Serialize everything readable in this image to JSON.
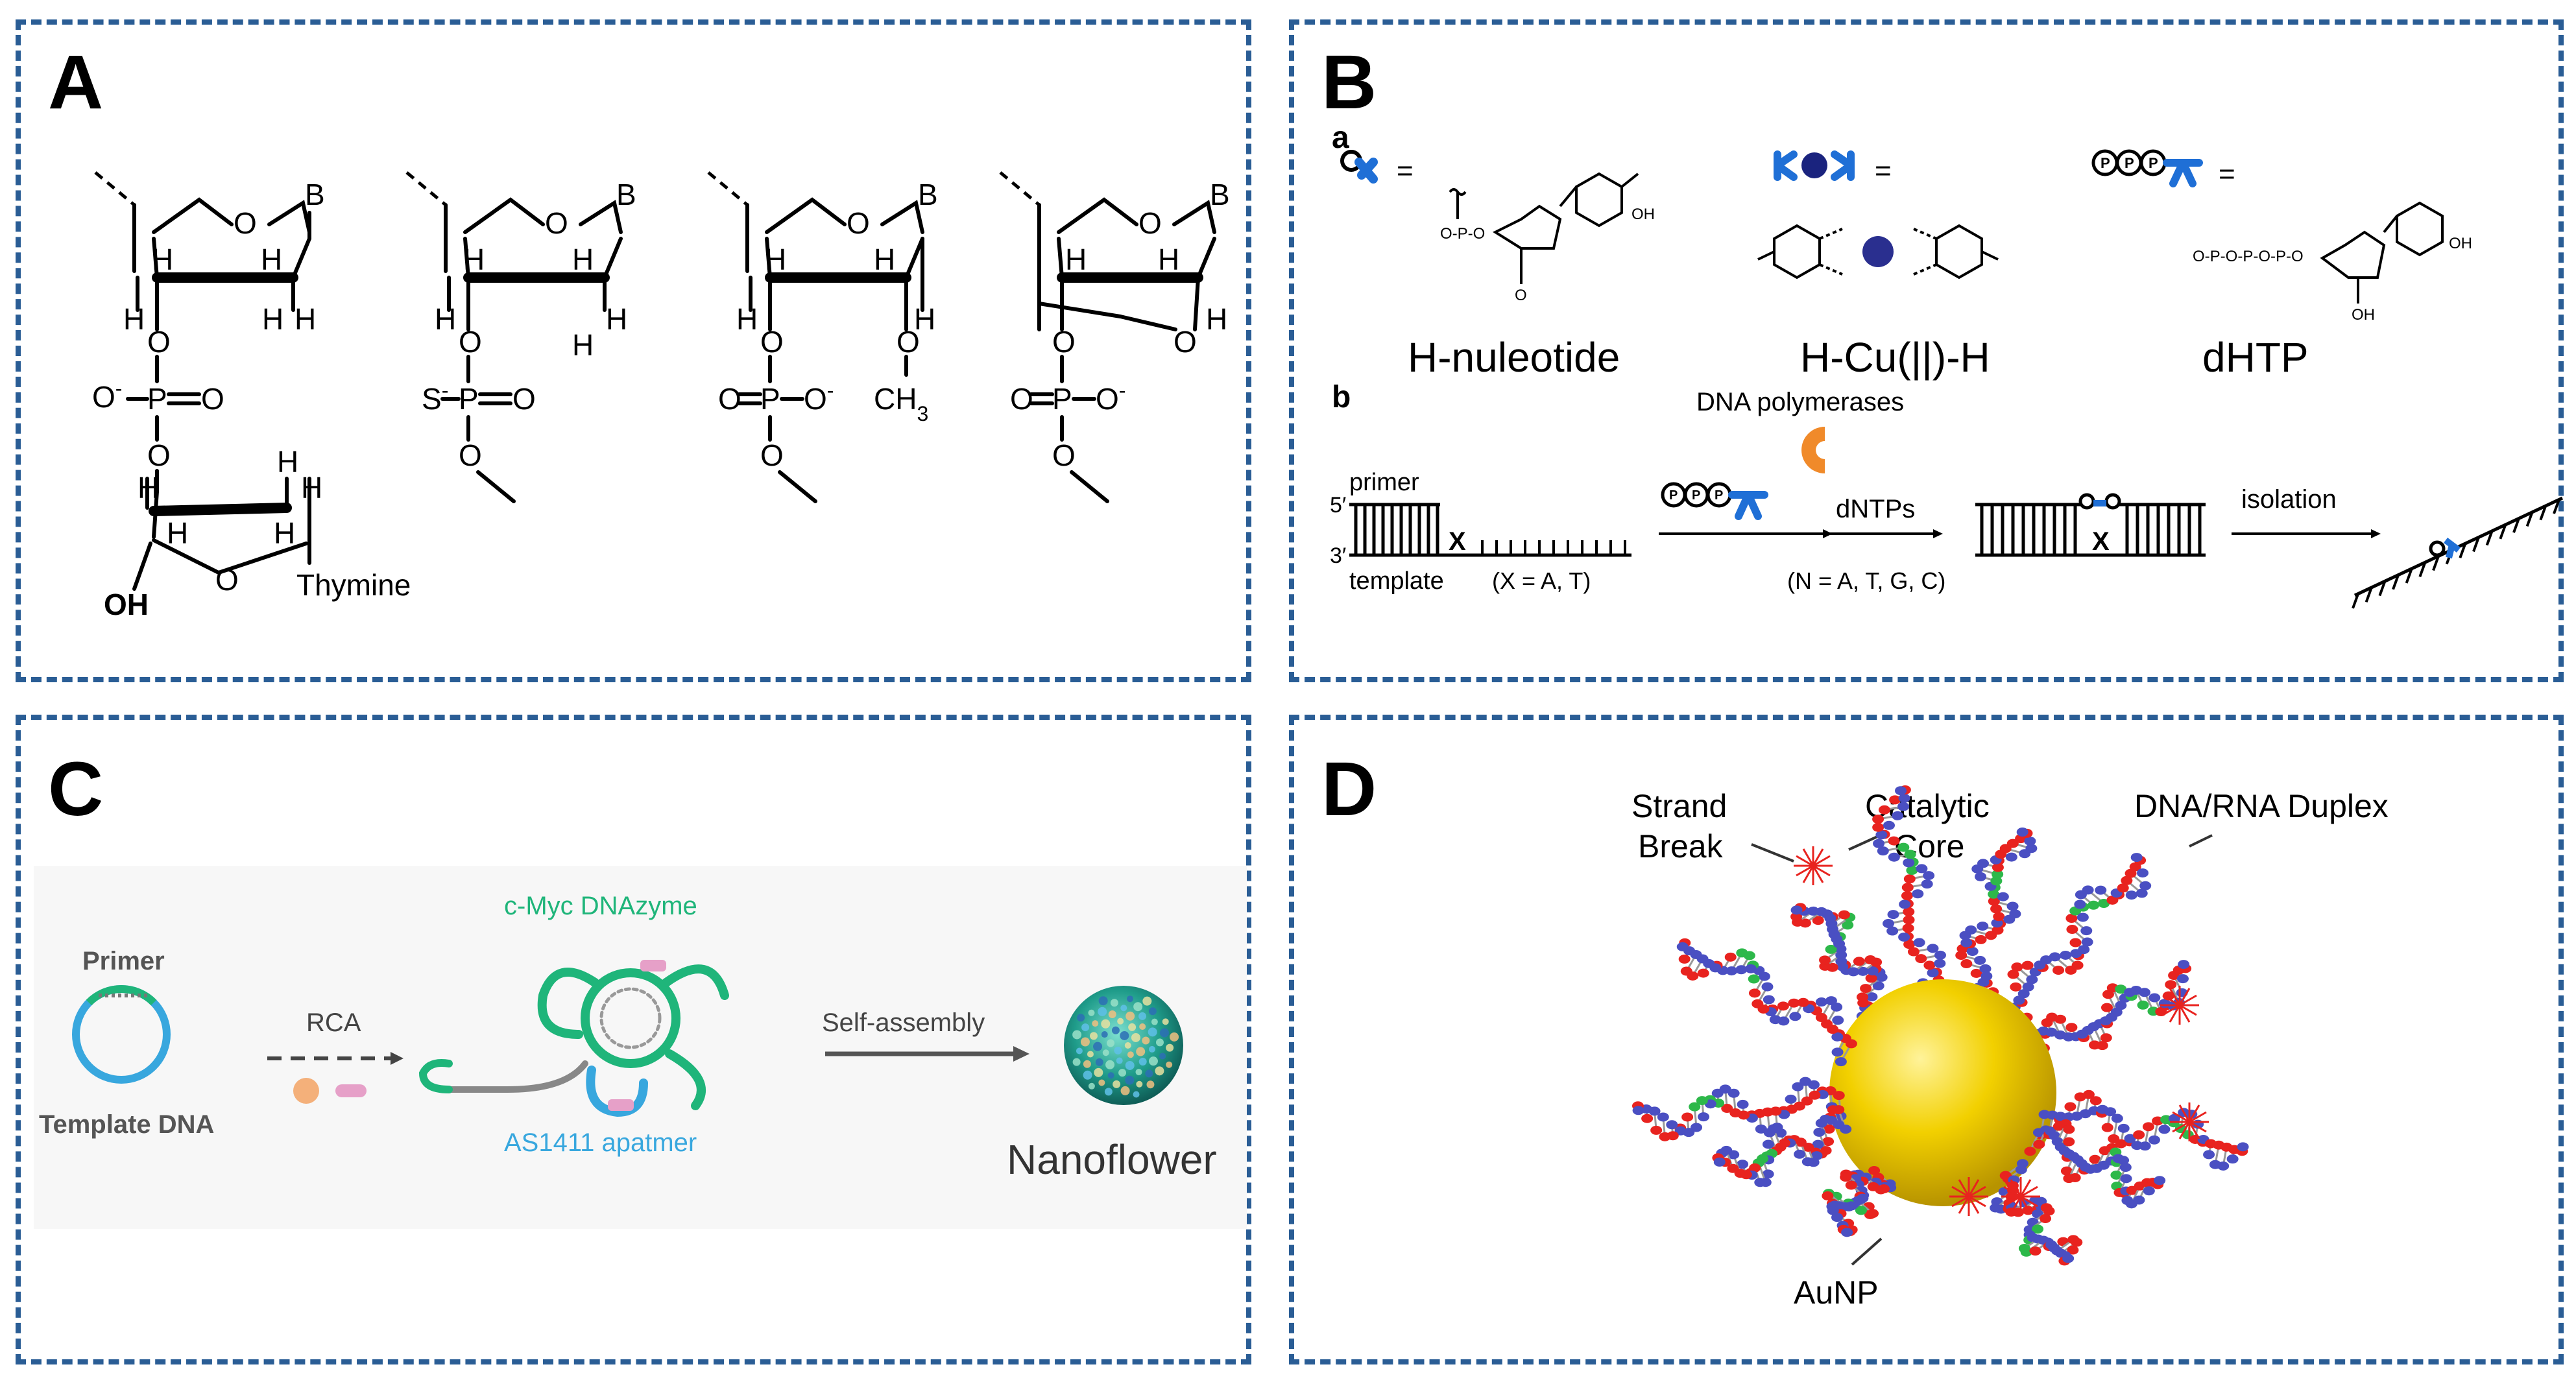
{
  "panels": {
    "A": {
      "label": "A",
      "atoms": {
        "O": "O",
        "H": "H",
        "B": "B",
        "P": "P",
        "OH": "OH",
        "S": "S",
        "CH3": "CH",
        "sub3": "3",
        "neg": "-"
      },
      "thymine": "Thymine"
    },
    "B": {
      "label": "B",
      "sub_a": "a",
      "sub_b": "b",
      "names": [
        "H-nuleotide",
        "H-Cu(||)-H",
        "dHTP"
      ],
      "equals": "=",
      "ppp": "P",
      "dna_polymerases": "DNA polymerases",
      "primer": "primer",
      "five_prime": "5′",
      "three_prime": "3′",
      "template": "template",
      "x_mark": "X",
      "x_note": "(X = A, T)",
      "dntps": "dNTPs",
      "n_note": "(N = A, T, G, C)",
      "isolation": "isolation",
      "colors": {
        "blue": "#1f6fd6",
        "orange": "#f08a2a"
      }
    },
    "C": {
      "label": "C",
      "primer": "Primer",
      "template_dna": "Template DNA",
      "rca": "RCA",
      "cmyc": "c-Myc DNAzyme",
      "as1411": "AS1411 apatmer",
      "self_assembly": "Self-assembly",
      "nanoflower": "Nanoflower",
      "colors": {
        "green": "#1fb57a",
        "blue": "#38a7de",
        "pink": "#e6a0c8",
        "orange": "#f4b07a"
      }
    },
    "D": {
      "label": "D",
      "strand_break": [
        "Strand",
        "Break"
      ],
      "catalytic_core": [
        "Catalytic",
        "Core"
      ],
      "duplex": "DNA/RNA Duplex",
      "aunp": "AuNP",
      "colors": {
        "red": "#e8231f",
        "blue": "#4a4fc2",
        "green": "#2db84a",
        "gold": "#f2d000"
      }
    }
  }
}
